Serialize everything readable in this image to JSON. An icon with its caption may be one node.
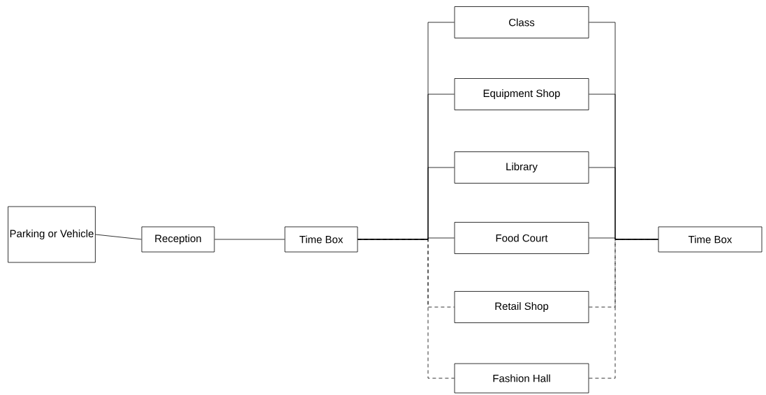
{
  "diagram": {
    "nodes": [
      {
        "text": [
          "Parking or Vehicle"
        ]
      },
      {
        "text": [
          "Reception"
        ]
      },
      {
        "text": [
          "Time Box"
        ]
      },
      {
        "text": [
          "Class"
        ]
      },
      {
        "text": [
          "Equipment Shop"
        ]
      },
      {
        "text": [
          "Library"
        ]
      },
      {
        "text": [
          "Food Court"
        ]
      },
      {
        "text": [
          "Retail Shop"
        ]
      },
      {
        "text": [
          "Fashion Hall"
        ]
      },
      {
        "text": [
          "Time Box"
        ]
      }
    ],
    "edges": [
      {
        "from": 0,
        "to": 1,
        "arrow": "none"
      },
      {
        "from": 1,
        "to": 2,
        "arrow": "none"
      },
      {
        "from": 2,
        "to": 3,
        "arrow": "none"
      },
      {
        "from": 2,
        "to": 4,
        "arrow": "none"
      },
      {
        "from": 2,
        "to": 5,
        "arrow": "none"
      },
      {
        "from": 2,
        "to": 6,
        "arrow": "none"
      },
      {
        "from": 2,
        "to": 7,
        "arrow": "none",
        "style": "dashed"
      },
      {
        "from": 2,
        "to": 8,
        "arrow": "none",
        "style": "dashed"
      },
      {
        "from": 3,
        "to": 9,
        "arrow": "none"
      },
      {
        "from": 4,
        "to": 9,
        "arrow": "none"
      },
      {
        "from": 5,
        "to": 9,
        "arrow": "none"
      },
      {
        "from": 6,
        "to": 9,
        "arrow": "none"
      },
      {
        "from": 7,
        "to": 9,
        "arrow": "none",
        "style": "dashed"
      },
      {
        "from": 8,
        "to": 9,
        "arrow": "none",
        "style": "dashed"
      }
    ]
  }
}
